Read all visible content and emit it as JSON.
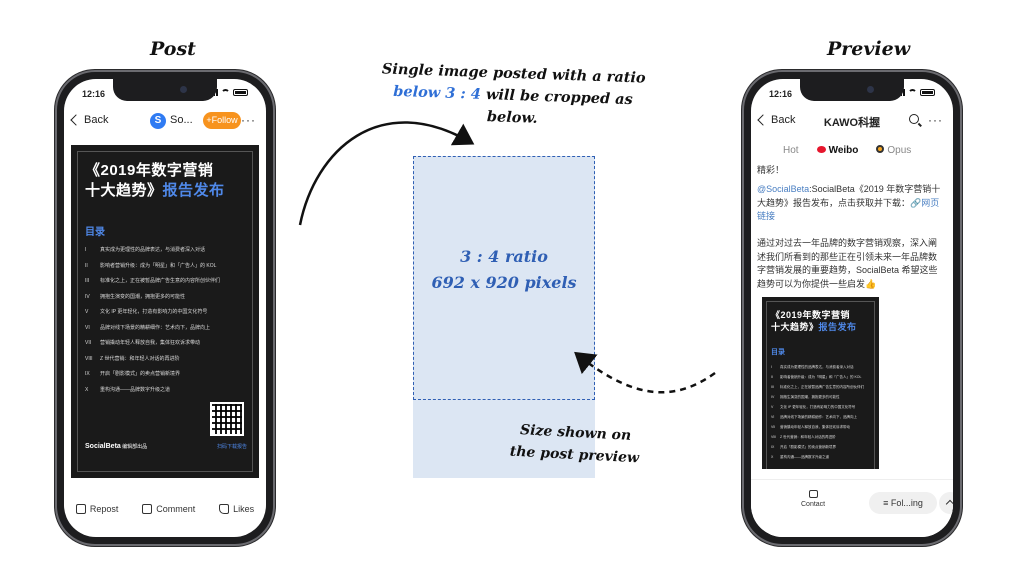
{
  "headings": {
    "post": "Post",
    "preview": "Preview"
  },
  "notes": {
    "top_line1": "Single image posted with a ratio",
    "top_line2_em": "below 3 : 4",
    "top_line2_rest": " will be cropped as below.",
    "ratio": "3 : 4 ratio",
    "pixels": "692 x 920 pixels",
    "size_line1": "Size shown on",
    "size_line2": "the post preview"
  },
  "status": {
    "time": "12:16"
  },
  "post_phone": {
    "back_label": "Back",
    "logo_letter": "S",
    "account_name": "So...",
    "follow_label": "+Follow",
    "more": "···",
    "actions": {
      "repost": "Repost",
      "comment": "Comment",
      "likes": "Likes"
    }
  },
  "poster": {
    "title_line1": "《2019年数字营销",
    "title_line2_a": "十大趋势》",
    "title_line2_b": "报告发布",
    "contents_heading": "目录",
    "items": [
      {
        "num": "I",
        "text": "真实成为更理性的品牌表达，与消费者深入对话"
      },
      {
        "num": "II",
        "text": "影响者营销升级：成为「明星」和「广告人」的 KOL"
      },
      {
        "num": "III",
        "text": "标准化之上，正在被暂品牌广告生意的内容所创伙伴们"
      },
      {
        "num": "IV",
        "text": "拥抱生演变的国潮，拥抱更多的可能性"
      },
      {
        "num": "V",
        "text": "文化 IP 更年轻化，打造有影响力的中国文化符号"
      },
      {
        "num": "VI",
        "text": "品牌对线下场景的精耕细作：艺术向下，品牌向上"
      },
      {
        "num": "VII",
        "text": "营销撬动年轻人释放自我，集体狂欢诉求带动"
      },
      {
        "num": "VIII",
        "text": "Z 世代营销：和年轻人对话的再进阶"
      },
      {
        "num": "IX",
        "text": "开启「剧影模式」的卖点营销新境界"
      },
      {
        "num": "X",
        "text": "重构沟通——品牌数字升级之道"
      }
    ],
    "brand_name": "SocialBeta",
    "brand_suffix": " 编辑部出品",
    "qr_label": "扫码下载报告"
  },
  "preview_phone": {
    "back_label": "Back",
    "title": "KAWO科握",
    "more": "···",
    "tabs": {
      "hot": "Hot",
      "weibo": "Weibo",
      "opus": "Opus"
    },
    "text_top": "精彩！",
    "mention": "@SocialBeta",
    "para1_rest": ":SocialBeta《2019 年数字营销十大趋势》报告发布，点击获取并下载：",
    "link": "🔗网页链接",
    "para2": "通过对过去一年品牌的数字营销观察，深入阐述我们所看到的那些正在引领未来一年品牌数字营销发展的重要趋势，SocialBeta 希望这些趋势可以为你提供一些启发👍",
    "contact": "Contact",
    "following": "Fol...ing"
  }
}
